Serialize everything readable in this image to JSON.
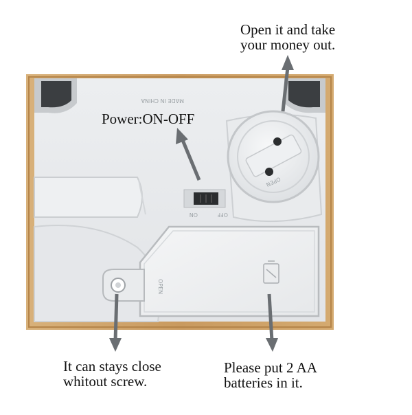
{
  "image": {
    "subject": "back-of-box",
    "colors": {
      "wood_frame": "#c9a068",
      "plastic": "#e8eaec",
      "plastic_shadow": "#c9ccd0",
      "arrow": "#6a6e72",
      "switch": "#2b2d2f"
    }
  },
  "captions": {
    "open": "Open it and take\nyour money out.",
    "power": "Power:ON-OFF",
    "close": "It can stays close\nwhitout screw.",
    "batteries": "Please put 2 AA\nbatteries in it."
  },
  "imprints": {
    "made_in": "MADE IN CHINA",
    "open_cap": "OPEN",
    "switch_on": "ON",
    "switch_off": "OFF",
    "latch": "OPEN"
  }
}
